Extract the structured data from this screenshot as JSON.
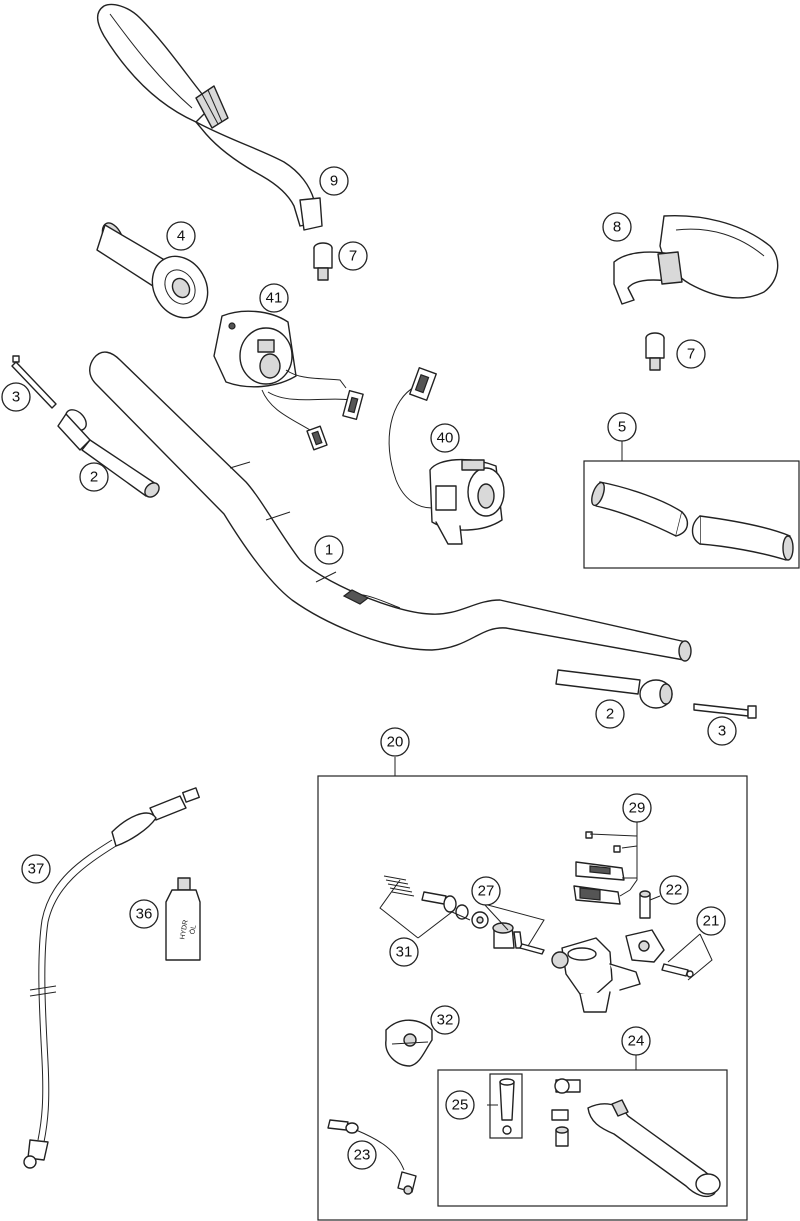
{
  "callouts": {
    "c1": "1",
    "c2a": "2",
    "c2b": "2",
    "c3a": "3",
    "c3b": "3",
    "c4": "4",
    "c5": "5",
    "c7a": "7",
    "c7b": "7",
    "c8": "8",
    "c9": "9",
    "c20": "20",
    "c21": "21",
    "c22": "22",
    "c23": "23",
    "c24": "24",
    "c25": "25",
    "c27": "27",
    "c29": "29",
    "c31": "31",
    "c32": "32",
    "c36": "36",
    "c37": "37",
    "c40": "40",
    "c41": "41"
  },
  "bottle_label": {
    "line1": "HYDR",
    "line2": "ÖL"
  }
}
